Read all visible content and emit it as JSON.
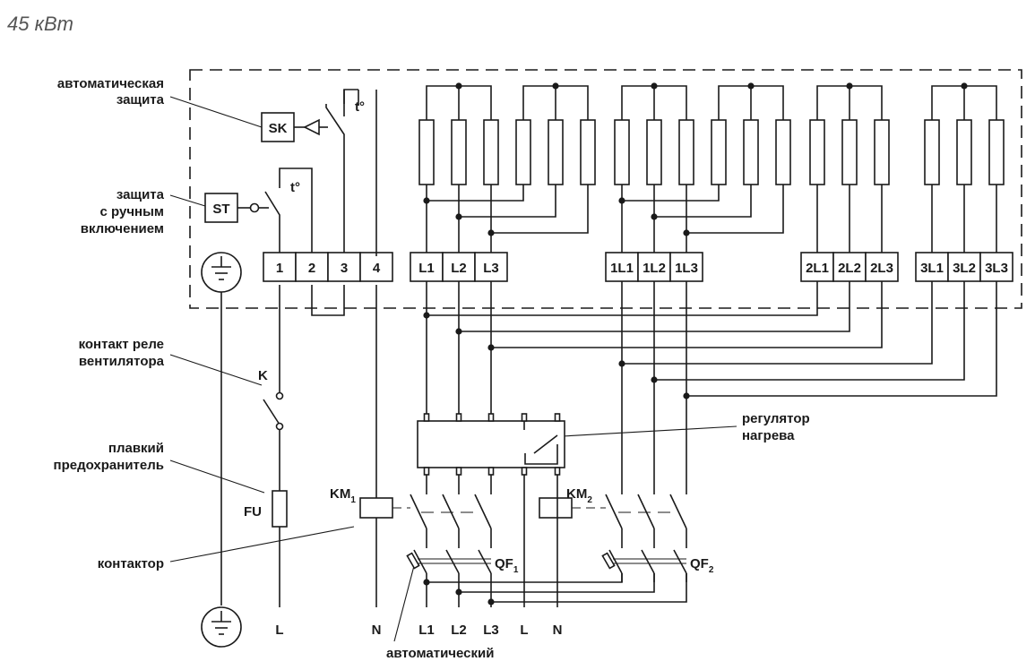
{
  "title": "45 кВт",
  "callouts": {
    "auto_protection": [
      "автоматическая",
      "защита"
    ],
    "manual_protection": [
      "защита",
      "с ручным",
      "включением"
    ],
    "fan_relay": [
      "контакт реле",
      "вентилятора"
    ],
    "fuse": [
      "плавкий",
      "предохранитель"
    ],
    "contactor": "контактор",
    "heat_regulator": [
      "регулятор",
      "нагрева"
    ],
    "breaker": "автоматический"
  },
  "components": {
    "sk": "SK",
    "st": "ST",
    "temp1": "t°",
    "temp2": "t°",
    "relay_k": "K",
    "fuse_fu": "FU",
    "km1": "KM",
    "km1_sub": "1",
    "km2": "KM",
    "km2_sub": "2",
    "qf1": "QF",
    "qf1_sub": "1",
    "qf2": "QF",
    "qf2_sub": "2"
  },
  "terminals": [
    "1",
    "2",
    "3",
    "4",
    "L1",
    "L2",
    "L3",
    "1L1",
    "1L2",
    "1L3",
    "2L1",
    "2L2",
    "2L3",
    "3L1",
    "3L2",
    "3L3"
  ],
  "bottom_labels": {
    "relay_l": "L",
    "neutral": "N",
    "l1": "L1",
    "l2": "L2",
    "l3": "L3",
    "l": "L",
    "n": "N"
  },
  "icons": [
    "ground-icon",
    "resistor-icon",
    "switch-contact-icon",
    "coil-icon",
    "fuse-icon",
    "junction-dot-icon"
  ]
}
